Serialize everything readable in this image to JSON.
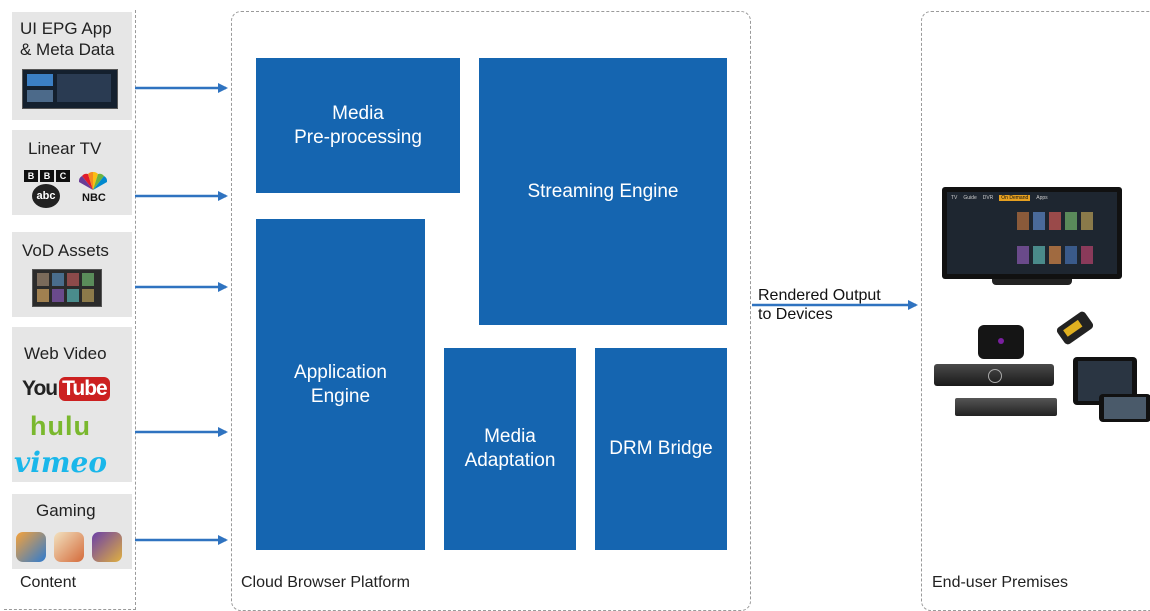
{
  "content": {
    "caption": "Content",
    "sources": [
      {
        "label": "UI EPG App\n& Meta Data"
      },
      {
        "label": "Linear TV"
      },
      {
        "label": "VoD Assets"
      },
      {
        "label": "Web Video"
      },
      {
        "label": "Gaming"
      }
    ],
    "logos": {
      "bbc": "BBC",
      "abc": "abc",
      "nbc": "NBC",
      "youtube_you": "You",
      "youtube_tube": "Tube",
      "hulu": "hulu",
      "vimeo": "vimeo"
    }
  },
  "platform": {
    "caption": "Cloud Browser Platform",
    "blocks": {
      "media_preprocessing": "Media\nPre-processing",
      "streaming_engine": "Streaming Engine",
      "application_engine": "Application\nEngine",
      "media_adaptation": "Media\nAdaptation",
      "drm_bridge": "DRM Bridge"
    }
  },
  "output": {
    "label": "Rendered Output\nto Devices"
  },
  "premises": {
    "caption": "End-user Premises",
    "tv_screen": {
      "tabs": [
        "TV",
        "Guide",
        "DVR",
        "On Demand",
        "Apps"
      ]
    }
  },
  "colors": {
    "block_blue": "#1565b0",
    "arrow_blue": "#2f73c0",
    "source_bg": "#e6e6e6"
  }
}
